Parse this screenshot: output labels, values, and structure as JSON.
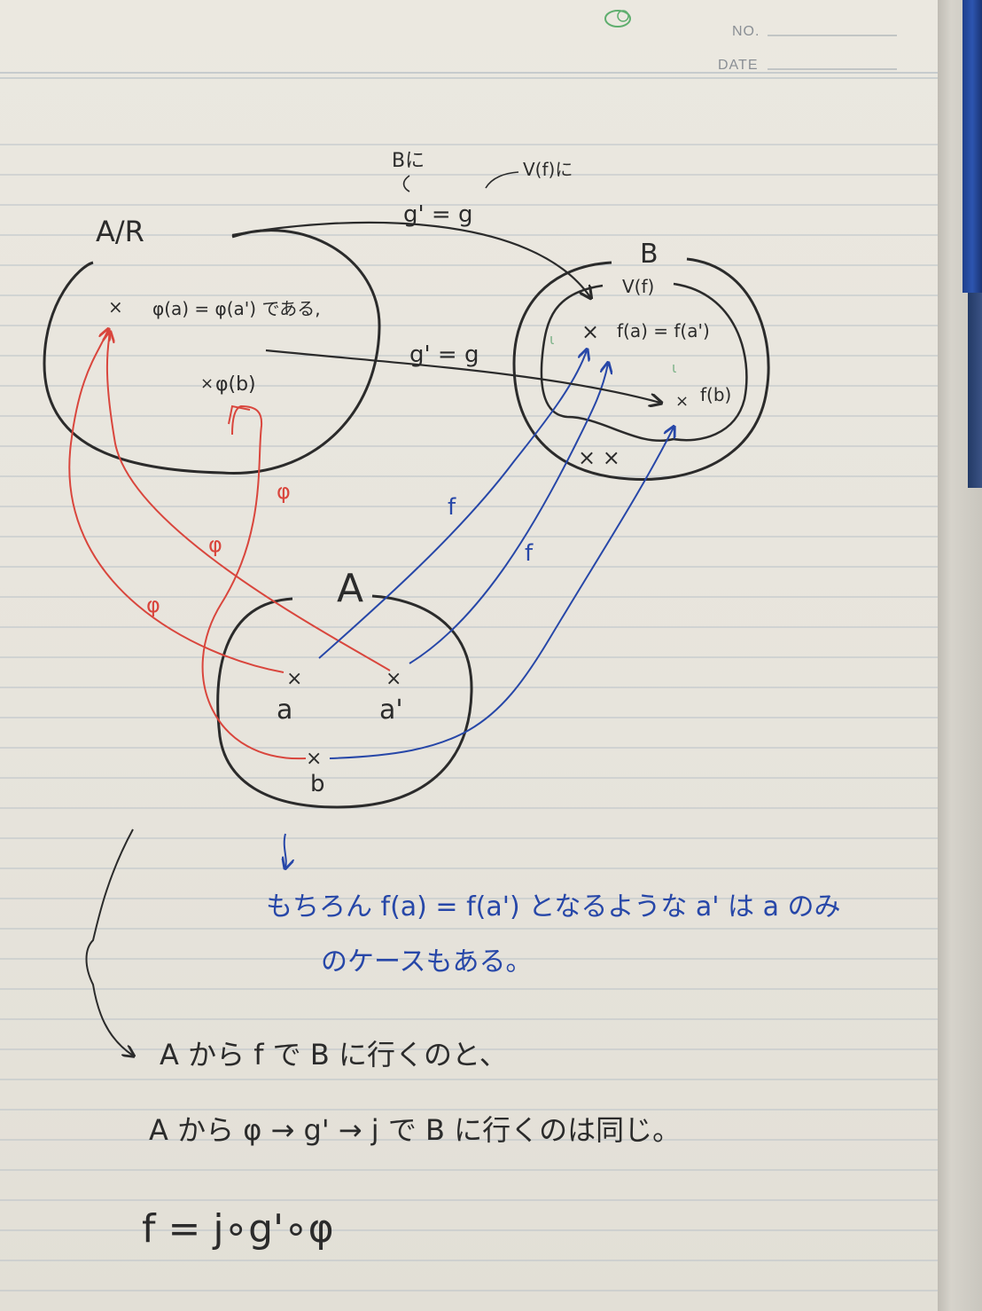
{
  "header": {
    "no_label": "NO.",
    "date_label": "DATE"
  },
  "sets": {
    "quotient": "A/R",
    "domain": "A",
    "codomain": "B",
    "image": "V(f)"
  },
  "points": {
    "phi_a_note": "φ(a) = φ(a') である,",
    "phi_b": "φ(b)",
    "f_a_eq": "f(a) = f(a')",
    "f_b": "f(b)",
    "a": "a",
    "a_prime": "a'",
    "b": "b"
  },
  "arrows": {
    "phi": "φ",
    "f": "f",
    "g_prime_eq_g": "g' = g"
  },
  "top_note": {
    "line1": "Bに",
    "line2": "V(f)に"
  },
  "notes": {
    "blue_line1": "もちろん f(a) = f(a') となるような a' は a のみ",
    "blue_line2": "のケースもある。",
    "line1": "A から f で B に行くのと、",
    "line2": "A から φ → g' → j で B に行くのは同じ。",
    "formula": "f = j∘g'∘φ"
  },
  "colors": {
    "ink_black": "#2b2b2b",
    "ink_red": "#d9463d",
    "ink_blue": "#2747a8",
    "ink_green": "#7fb38a",
    "rule_line": "#b9c1c7"
  }
}
